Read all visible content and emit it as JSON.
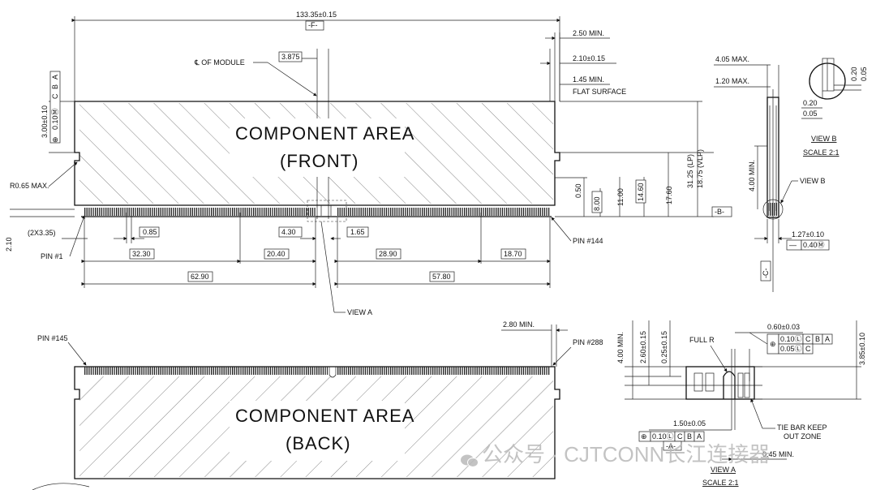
{
  "front_view": {
    "overall_length": "133.35±0.15",
    "datum_f": "-F-",
    "cl_module": "℄ OF MODULE",
    "cl_offset": "3.875",
    "area_line1": "COMPONENT AREA",
    "area_line2": "(FRONT)",
    "d_250min": "2.50 MIN.",
    "d_210": "2.10±0.15",
    "d_145min": "1.45 MIN.",
    "flat_surface": "FLAT SURFACE",
    "d_300": "3.00±0.10",
    "fcf_pos": "⊕",
    "fcf_tol": "0.10Ⓜ",
    "fcf_c": "C",
    "fcf_b": "B",
    "fcf_a": "A",
    "d_r065": "R0.65 MAX.",
    "d_2x335": "(2X3.35)",
    "d_210b": "2.10",
    "pin1": "PIN #1",
    "pin144": "PIN #144",
    "d_085": "0.85",
    "d_430": "4.30",
    "d_165": "1.65",
    "d_3230": "32.30",
    "d_2040": "20.40",
    "d_2890": "28.90",
    "d_1870": "18.70",
    "d_6290": "62.90",
    "d_5780": "57.80",
    "view_a": "VIEW A",
    "d_050": "0.50",
    "d_800": "8.00",
    "d_1100": "11.00",
    "d_1460": "14.60",
    "d_1760": "17.60",
    "d_3125": "31.25 (LP)",
    "d_1875": "18.75 (VLP)",
    "datum_b": "-B-"
  },
  "side_view": {
    "d_405max": "4.05 MAX.",
    "d_120max": "1.20 MAX.",
    "d_400min": "4.00 MIN.",
    "view_b": "VIEW B",
    "d_127": "1.27±0.10",
    "flat_sym": "—",
    "flat_tol": "0.40Ⓜ",
    "datum_c": "-C-"
  },
  "view_b_detail": {
    "d_020a": "0.20",
    "d_005a": "0.05",
    "d_020b": "0.20",
    "d_005b": "0.05",
    "title": "VIEW B",
    "scale": "SCALE 2:1"
  },
  "back_view": {
    "pin145": "PIN #145",
    "pin288": "PIN #288",
    "d_280min": "2.80 MIN.",
    "area_line1": "COMPONENT AREA",
    "area_line2": "(BACK)"
  },
  "view_a_detail": {
    "d_400min": "4.00 MIN.",
    "d_260": "2.60±0.15",
    "d_025": "0.25±0.15",
    "full_r": "FULL R",
    "d_060": "0.60±0.03",
    "fcf1_sym": "⊕",
    "fcf1_tol": "0.10Ⓛ",
    "fcf1_c": "C",
    "fcf1_b": "B",
    "fcf1_a": "A",
    "fcf2_tol": "0.05Ⓛ",
    "fcf2_c": "C",
    "d_385": "3.85±0.10",
    "d_150": "1.50±0.05",
    "fcf3_sym": "⊕",
    "fcf3_tol": "0.10Ⓛ",
    "fcf3_c": "C",
    "fcf3_b": "B",
    "fcf3_a": "A",
    "datum_a": "-A-",
    "tie_bar1": "TIE BAR KEEP",
    "tie_bar2": "OUT ZONE",
    "d_045min": "0.45 MIN.",
    "title": "VIEW A",
    "scale": "SCALE 2:1"
  },
  "watermark": "公众号 · CJTCONN长江连接器"
}
